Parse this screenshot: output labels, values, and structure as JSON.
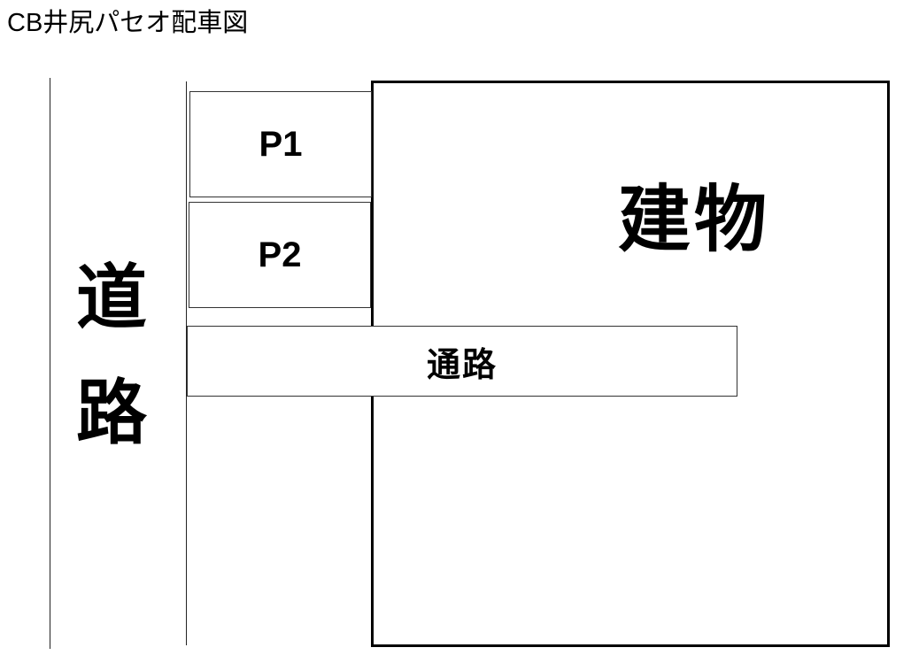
{
  "title": "CB井尻パセオ配車図",
  "labels": {
    "road_char_1": "道",
    "road_char_2": "路",
    "building": "建物",
    "aisle": "通路"
  },
  "parking_spaces": [
    {
      "label": "P1"
    },
    {
      "label": "P2"
    }
  ],
  "colors": {
    "line": "#000000",
    "background": "#ffffff"
  }
}
